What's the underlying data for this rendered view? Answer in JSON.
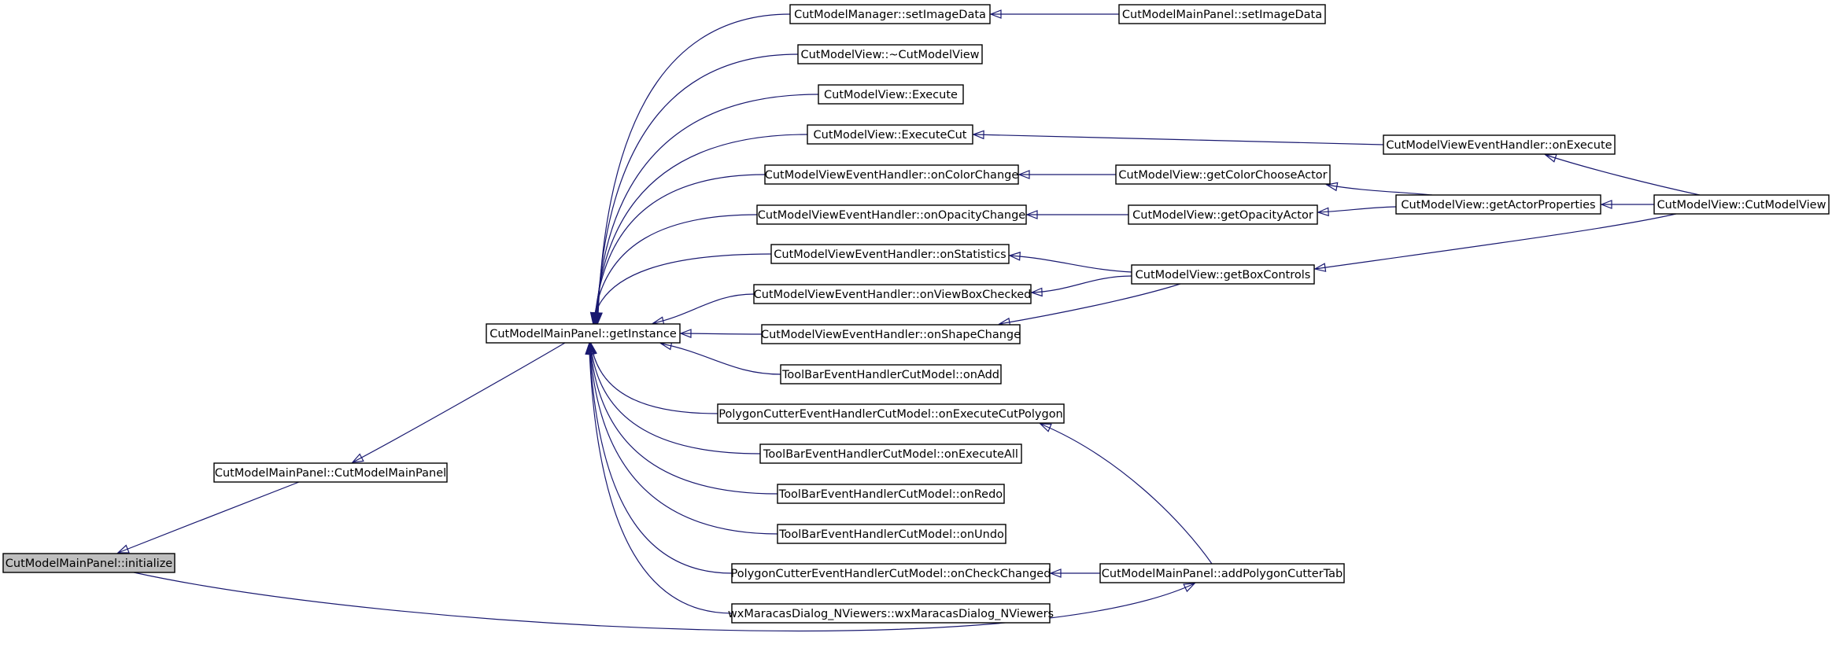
{
  "graph": {
    "colors": {
      "edge": "#191970",
      "root_fill": "#bfbfbf",
      "node_fill": "#ffffff",
      "node_border": "#000000"
    },
    "nodes": [
      {
        "id": "init",
        "label": "CutModelMainPanel::initialize",
        "root": true
      },
      {
        "id": "ctor",
        "label": "CutModelMainPanel::CutModelMainPanel"
      },
      {
        "id": "getInstance",
        "label": "CutModelMainPanel::getInstance"
      },
      {
        "id": "mgrSetImageData",
        "label": "CutModelManager::setImageData"
      },
      {
        "id": "mainSetImageData",
        "label": "CutModelMainPanel::setImageData"
      },
      {
        "id": "dtor",
        "label": "CutModelView::~CutModelView"
      },
      {
        "id": "execute",
        "label": "CutModelView::Execute"
      },
      {
        "id": "executeCut",
        "label": "CutModelView::ExecuteCut"
      },
      {
        "id": "onExecute",
        "label": "CutModelViewEventHandler::onExecute"
      },
      {
        "id": "onColorChange",
        "label": "CutModelViewEventHandler::onColorChange"
      },
      {
        "id": "getColorChooseActor",
        "label": "CutModelView::getColorChooseActor"
      },
      {
        "id": "onOpacityChange",
        "label": "CutModelViewEventHandler::onOpacityChange"
      },
      {
        "id": "getOpacityActor",
        "label": "CutModelView::getOpacityActor"
      },
      {
        "id": "getActorProperties",
        "label": "CutModelView::getActorProperties"
      },
      {
        "id": "viewCtor",
        "label": "CutModelView::CutModelView"
      },
      {
        "id": "onStatistics",
        "label": "CutModelViewEventHandler::onStatistics"
      },
      {
        "id": "getBoxControls",
        "label": "CutModelView::getBoxControls"
      },
      {
        "id": "onViewBoxChecked",
        "label": "CutModelViewEventHandler::onViewBoxChecked"
      },
      {
        "id": "onShapeChange",
        "label": "CutModelViewEventHandler::onShapeChange"
      },
      {
        "id": "onAdd",
        "label": "ToolBarEventHandlerCutModel::onAdd"
      },
      {
        "id": "onExecuteCutPolygon",
        "label": "PolygonCutterEventHandlerCutModel::onExecuteCutPolygon"
      },
      {
        "id": "onExecuteAll",
        "label": "ToolBarEventHandlerCutModel::onExecuteAll"
      },
      {
        "id": "onRedo",
        "label": "ToolBarEventHandlerCutModel::onRedo"
      },
      {
        "id": "onUndo",
        "label": "ToolBarEventHandlerCutModel::onUndo"
      },
      {
        "id": "onCheckChanged",
        "label": "PolygonCutterEventHandlerCutModel::onCheckChanged"
      },
      {
        "id": "addPolygonCutterTab",
        "label": "CutModelMainPanel::addPolygonCutterTab"
      },
      {
        "id": "wxMaracas",
        "label": "wxMaracasDialog_NViewers::wxMaracasDialog_NViewers"
      }
    ],
    "edges": [
      {
        "from": "init",
        "to": "ctor"
      },
      {
        "from": "init",
        "to": "addPolygonCutterTab"
      },
      {
        "from": "ctor",
        "to": "getInstance"
      },
      {
        "from": "getInstance",
        "to": "mgrSetImageData"
      },
      {
        "from": "getInstance",
        "to": "dtor"
      },
      {
        "from": "getInstance",
        "to": "execute"
      },
      {
        "from": "getInstance",
        "to": "executeCut"
      },
      {
        "from": "getInstance",
        "to": "onColorChange"
      },
      {
        "from": "getInstance",
        "to": "onOpacityChange"
      },
      {
        "from": "getInstance",
        "to": "onStatistics"
      },
      {
        "from": "getInstance",
        "to": "onViewBoxChecked"
      },
      {
        "from": "getInstance",
        "to": "onShapeChange"
      },
      {
        "from": "getInstance",
        "to": "onAdd"
      },
      {
        "from": "getInstance",
        "to": "onExecuteCutPolygon"
      },
      {
        "from": "getInstance",
        "to": "onExecuteAll"
      },
      {
        "from": "getInstance",
        "to": "onRedo"
      },
      {
        "from": "getInstance",
        "to": "onUndo"
      },
      {
        "from": "getInstance",
        "to": "onCheckChanged"
      },
      {
        "from": "getInstance",
        "to": "wxMaracas"
      },
      {
        "from": "mgrSetImageData",
        "to": "mainSetImageData"
      },
      {
        "from": "executeCut",
        "to": "onExecute"
      },
      {
        "from": "onColorChange",
        "to": "getColorChooseActor"
      },
      {
        "from": "onOpacityChange",
        "to": "getOpacityActor"
      },
      {
        "from": "onStatistics",
        "to": "getBoxControls"
      },
      {
        "from": "onViewBoxChecked",
        "to": "getBoxControls"
      },
      {
        "from": "onShapeChange",
        "to": "getBoxControls"
      },
      {
        "from": "getColorChooseActor",
        "to": "getActorProperties"
      },
      {
        "from": "getOpacityActor",
        "to": "getActorProperties"
      },
      {
        "from": "getActorProperties",
        "to": "viewCtor"
      },
      {
        "from": "getBoxControls",
        "to": "viewCtor"
      },
      {
        "from": "onExecute",
        "to": "viewCtor"
      },
      {
        "from": "onExecuteCutPolygon",
        "to": "addPolygonCutterTab"
      },
      {
        "from": "onCheckChanged",
        "to": "addPolygonCutterTab"
      }
    ]
  }
}
